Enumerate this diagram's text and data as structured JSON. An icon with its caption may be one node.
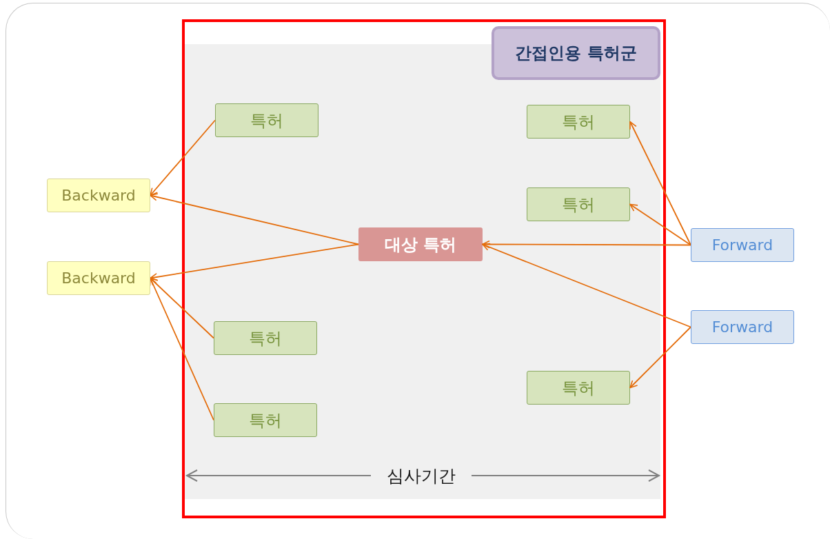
{
  "diagram": {
    "nodes": [
      {
        "text": [],
        "shape": "box"
      },
      {
        "text": [
          "간접인용 특허군"
        ],
        "in": 0
      },
      {
        "text": [
          "특허"
        ],
        "in": 0
      },
      {
        "text": [
          "특허"
        ],
        "in": 0
      },
      {
        "text": [
          "Backward"
        ]
      },
      {
        "text": [
          "특허"
        ],
        "in": 0
      },
      {
        "text": [
          "대상 특허"
        ],
        "in": 0
      },
      {
        "text": [
          "Forward"
        ]
      },
      {
        "text": [
          "Backward"
        ]
      },
      {
        "text": [
          "Forward"
        ]
      },
      {
        "text": [
          "특허"
        ],
        "in": 0
      },
      {
        "text": [
          "특허"
        ],
        "in": 0
      },
      {
        "text": [
          "특허"
        ],
        "in": 0
      }
    ],
    "edges": [
      {
        "from": 2,
        "to": 4,
        "arrow": "to"
      },
      {
        "from": 6,
        "to": 4,
        "arrow": "to"
      },
      {
        "from": 6,
        "to": 8,
        "arrow": "to"
      },
      {
        "from": 10,
        "to": 8,
        "arrow": "to"
      },
      {
        "from": 12,
        "to": 8,
        "arrow": "to"
      },
      {
        "from": 7,
        "to": 3,
        "arrow": "to"
      },
      {
        "from": 7,
        "to": 5,
        "arrow": "to"
      },
      {
        "from": 7,
        "to": 6,
        "arrow": "to"
      },
      {
        "from": 9,
        "to": 6,
        "arrow": "to"
      },
      {
        "from": 9,
        "to": 11,
        "arrow": "to"
      }
    ],
    "labels": [
      "심사기간"
    ]
  }
}
